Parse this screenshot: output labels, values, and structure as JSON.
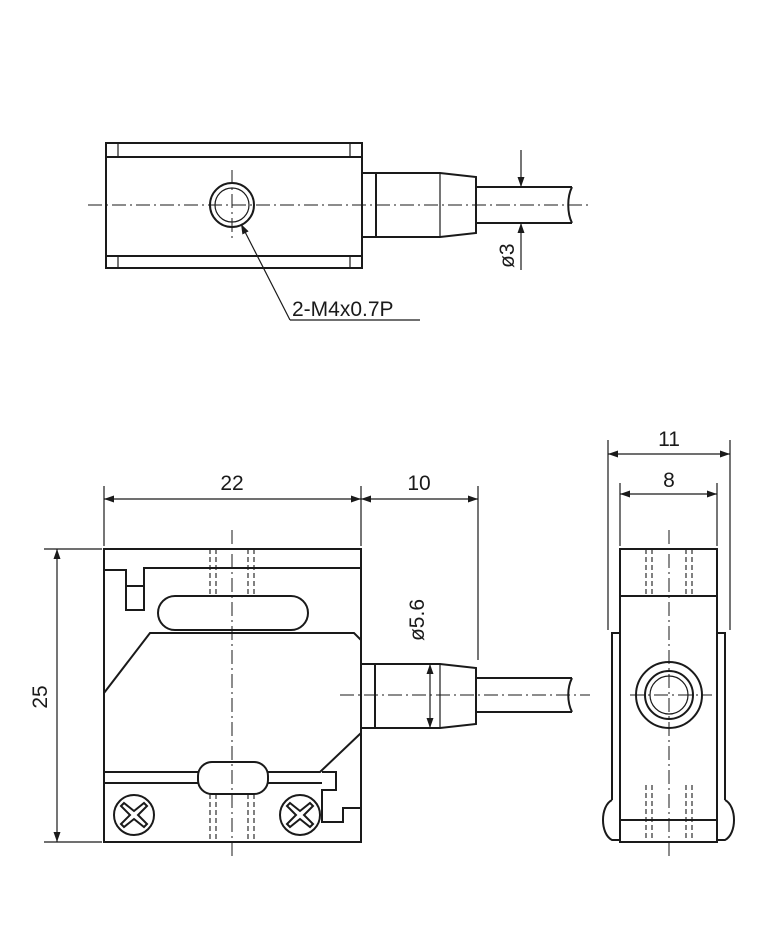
{
  "drawing": {
    "top_view": {
      "thread_callout": "2-M4x0.7P",
      "cable_diameter": "ø3"
    },
    "front_view": {
      "width_dim": "22",
      "cable_offset_dim": "10",
      "height_dim": "25",
      "connector_diameter": "ø5.6"
    },
    "side_view": {
      "outer_width_dim": "11",
      "inner_width_dim": "8"
    }
  }
}
